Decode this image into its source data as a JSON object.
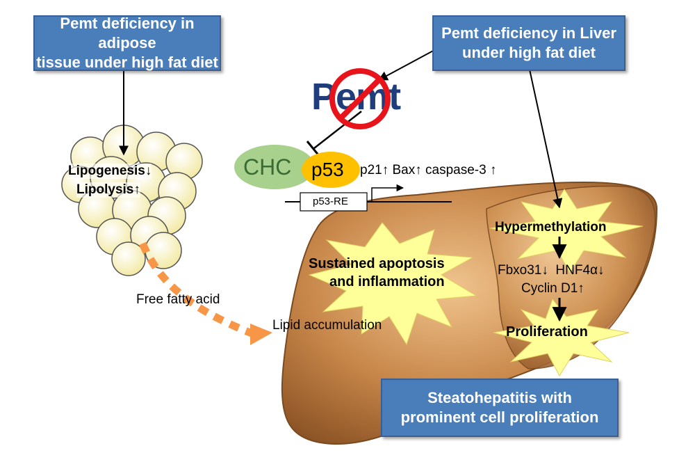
{
  "boxes": {
    "adipose": {
      "line1": "Pemt deficiency in adipose",
      "line2": "tissue under high fat diet"
    },
    "liver": {
      "line1": "Pemt deficiency in Liver",
      "line2": "under high fat diet"
    },
    "outcome": {
      "line1": "Steatohepatitis with",
      "line2": "prominent cell proliferation"
    }
  },
  "pemt_label": "Pemt",
  "chc_label": "CHC",
  "p53_label": "p53",
  "p53re_label": "p53-RE",
  "p53_targets": "p21↑ Bax↑ caspase-3 ↑",
  "adipose_effects": {
    "lipogenesis": "Lipogenesis↓",
    "lipolysis": "Lipolysis↑"
  },
  "free_fatty_acid": "Free fatty acid",
  "lipid_accumulation": "Lipid accumulation",
  "apoptosis": {
    "line1": "Sustained apoptosis",
    "line2": "and inflammation"
  },
  "hypermethylation": "Hypermethylation",
  "gene_changes": {
    "line1": "Fbxo31↓  HNF4α↓",
    "line2": "Cyclin D1↑"
  },
  "proliferation": "Proliferation",
  "colors": {
    "box_fill": "#4a7ebb",
    "pemt_text": "#1f3d7a",
    "prohibit": "#e8141b",
    "chc": "#a9d18e",
    "p53": "#ffc000",
    "liver": "#c8874a",
    "burst": "#ffff99",
    "arrow_orange": "#f79646",
    "cell": "#fbf6c8"
  }
}
